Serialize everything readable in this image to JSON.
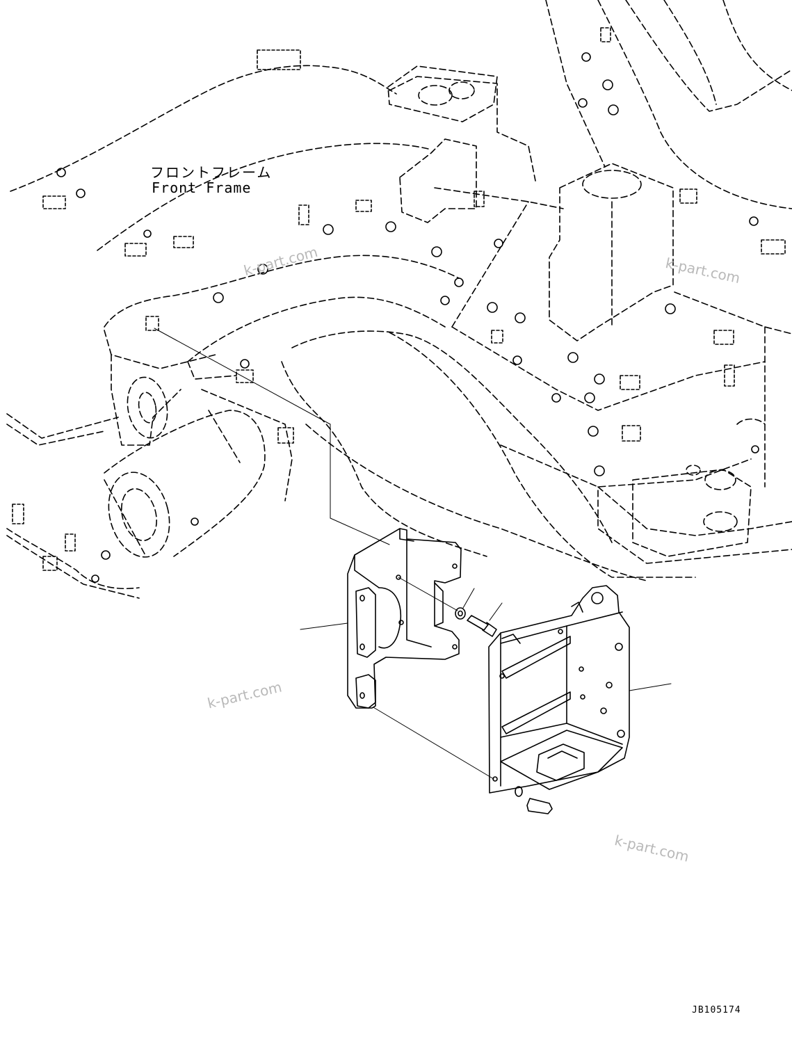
{
  "labels": {
    "front_frame_jp": "フロントフレーム",
    "front_frame_en": "Front Frame"
  },
  "watermarks": [
    "k-part.com",
    "k-part.com",
    "k-part.com",
    "k-part.com"
  ],
  "drawing_id": "JB105174",
  "colors": {
    "line": "#000000",
    "watermark": "#b9b9b9",
    "background": "#ffffff"
  }
}
